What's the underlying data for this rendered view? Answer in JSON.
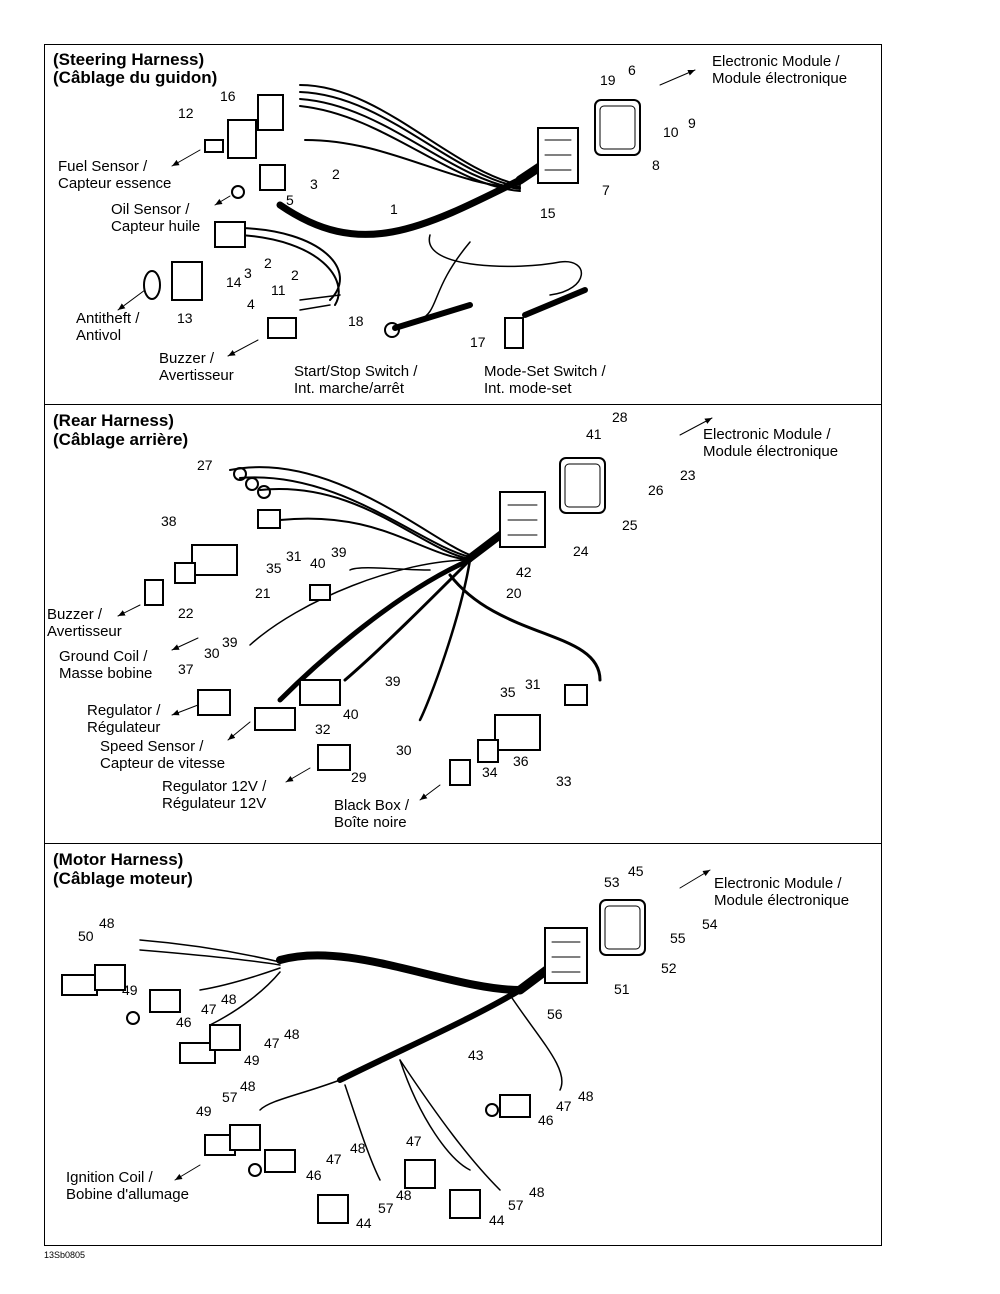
{
  "sections": [
    {
      "title_en": "(Steering Harness)",
      "title_fr": "(Câblage du guidon)",
      "labels": [
        {
          "en": "Electronic Module /",
          "fr": "Module électronique"
        },
        {
          "en": "Fuel Sensor /",
          "fr": "Capteur essence"
        },
        {
          "en": "Oil Sensor /",
          "fr": "Capteur huile"
        },
        {
          "en": "Antitheft /",
          "fr": "Antivol"
        },
        {
          "en": "Buzzer /",
          "fr": "Avertisseur"
        },
        {
          "en": "Start/Stop Switch /",
          "fr": "Int. marche/arrêt"
        },
        {
          "en": "Mode-Set Switch /",
          "fr": "Int. mode-set"
        }
      ],
      "numbers": [
        "19",
        "6",
        "16",
        "12",
        "9",
        "10",
        "8",
        "7",
        "2",
        "3",
        "5",
        "15",
        "1",
        "2",
        "3",
        "14",
        "13",
        "2",
        "11",
        "4",
        "18",
        "17"
      ]
    },
    {
      "title_en": "(Rear Harness)",
      "title_fr": "(Câblage arrière)",
      "labels": [
        {
          "en": "Electronic Module /",
          "fr": "Module électronique"
        },
        {
          "en": "Buzzer /",
          "fr": "Avertisseur"
        },
        {
          "en": "Ground Coil /",
          "fr": "Masse bobine"
        },
        {
          "en": "Regulator /",
          "fr": "Régulateur"
        },
        {
          "en": "Speed Sensor /",
          "fr": "Capteur de vitesse"
        },
        {
          "en": "Regulator 12V /",
          "fr": "Régulateur 12V"
        },
        {
          "en": "Black Box /",
          "fr": "Boîte noire"
        }
      ],
      "numbers": [
        "28",
        "41",
        "23",
        "26",
        "27",
        "25",
        "38",
        "24",
        "31",
        "35",
        "40",
        "39",
        "42",
        "20",
        "21",
        "22",
        "39",
        "30",
        "37",
        "39",
        "40",
        "32",
        "30",
        "29",
        "35",
        "31",
        "34",
        "36",
        "33"
      ]
    },
    {
      "title_en": "(Motor Harness)",
      "title_fr": "(Câblage moteur)",
      "labels": [
        {
          "en": "Electronic Module /",
          "fr": "Module électronique"
        },
        {
          "en": "Ignition Coil /",
          "fr": "Bobine d'allumage"
        }
      ],
      "numbers": [
        "45",
        "53",
        "54",
        "55",
        "48",
        "50",
        "52",
        "51",
        "49",
        "47",
        "48",
        "46",
        "56",
        "48",
        "47",
        "49",
        "43",
        "48",
        "57",
        "49",
        "47",
        "48",
        "46",
        "48",
        "47",
        "46",
        "47",
        "48",
        "57",
        "44",
        "48",
        "57",
        "44"
      ]
    }
  ],
  "footer_code": "13Sb0805"
}
